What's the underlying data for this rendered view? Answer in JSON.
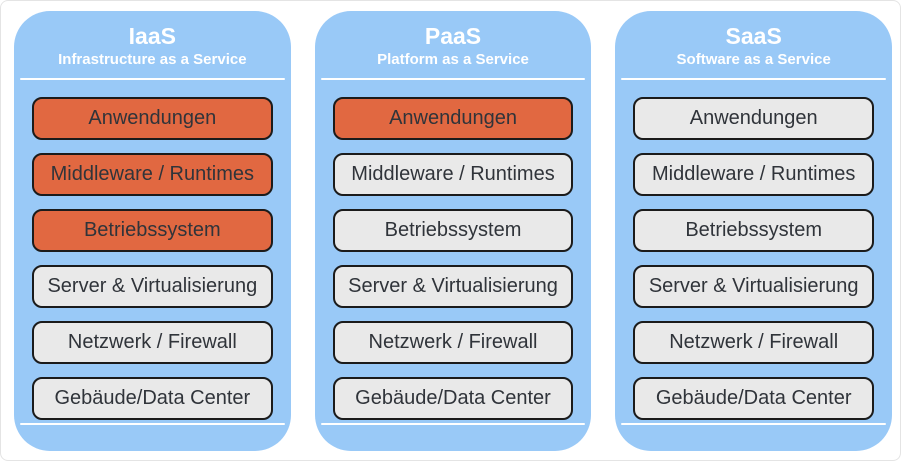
{
  "colors": {
    "panel_background": "#99C9F7",
    "highlighted_layer": "#E16841",
    "default_layer": "#E9E9E9",
    "layer_border": "#1B1B1B",
    "layer_text": "#30343A",
    "header_text": "#FFFFFF",
    "divider": "#FFFFFF"
  },
  "columns": [
    {
      "id": "iaas",
      "title": "IaaS",
      "subtitle": "Infrastructure as a Service",
      "layers": [
        {
          "label": "Anwendungen",
          "highlighted": true
        },
        {
          "label": "Middleware / Runtimes",
          "highlighted": true
        },
        {
          "label": "Betriebssystem",
          "highlighted": true
        },
        {
          "label": "Server & Virtualisierung",
          "highlighted": false
        },
        {
          "label": "Netzwerk / Firewall",
          "highlighted": false
        },
        {
          "label": "Gebäude/Data Center",
          "highlighted": false
        }
      ]
    },
    {
      "id": "paas",
      "title": "PaaS",
      "subtitle": "Platform as a Service",
      "layers": [
        {
          "label": "Anwendungen",
          "highlighted": true
        },
        {
          "label": "Middleware / Runtimes",
          "highlighted": false
        },
        {
          "label": "Betriebssystem",
          "highlighted": false
        },
        {
          "label": "Server & Virtualisierung",
          "highlighted": false
        },
        {
          "label": "Netzwerk / Firewall",
          "highlighted": false
        },
        {
          "label": "Gebäude/Data Center",
          "highlighted": false
        }
      ]
    },
    {
      "id": "saas",
      "title": "SaaS",
      "subtitle": "Software as a Service",
      "layers": [
        {
          "label": "Anwendungen",
          "highlighted": false
        },
        {
          "label": "Middleware / Runtimes",
          "highlighted": false
        },
        {
          "label": "Betriebssystem",
          "highlighted": false
        },
        {
          "label": "Server & Virtualisierung",
          "highlighted": false
        },
        {
          "label": "Netzwerk / Firewall",
          "highlighted": false
        },
        {
          "label": "Gebäude/Data Center",
          "highlighted": false
        }
      ]
    }
  ]
}
